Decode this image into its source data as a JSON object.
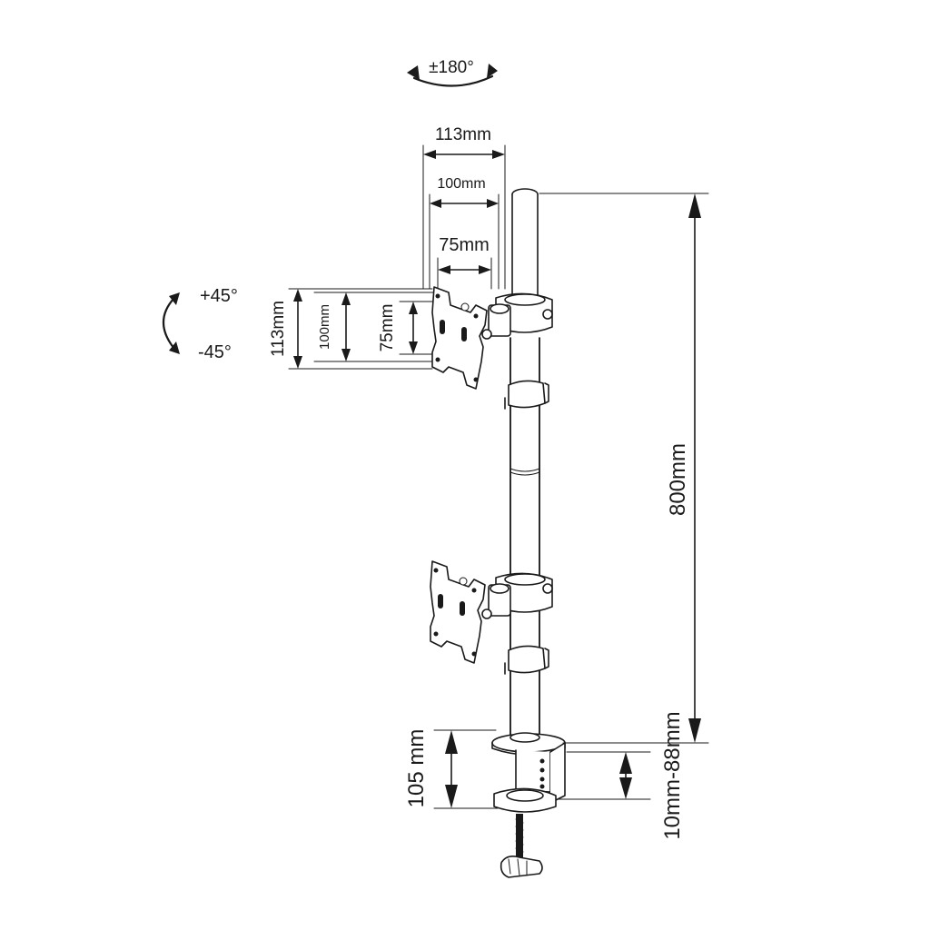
{
  "diagram": {
    "rotation": {
      "label": "±180°"
    },
    "top_dims": {
      "outer": "113mm",
      "middle": "100mm",
      "inner": "75mm"
    },
    "tilt": {
      "up": "+45°",
      "down": "-45°"
    },
    "side_dims": {
      "outer": "113mm",
      "middle": "100mm",
      "inner": "75mm"
    },
    "pole_height": "800mm",
    "clamp_depth": "105 mm",
    "desk_thickness": "10mm-88mm"
  }
}
